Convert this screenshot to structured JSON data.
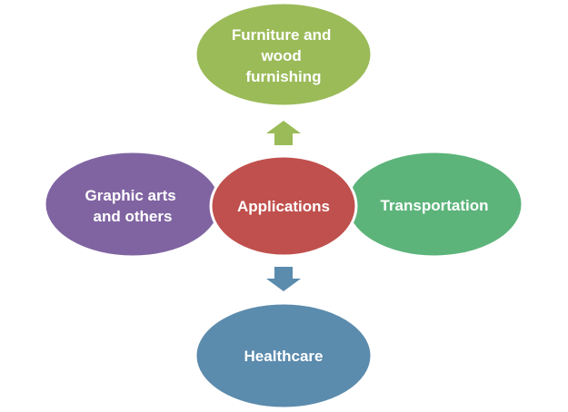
{
  "diagram": {
    "center": {
      "label": "Applications",
      "color": "#c0504d"
    },
    "nodes": {
      "top": {
        "lines": [
          "Furniture and",
          "wood",
          "furnishing"
        ],
        "color": "#9bbb59"
      },
      "left": {
        "lines": [
          "Graphic arts",
          "and others"
        ],
        "color": "#8064a2"
      },
      "right": {
        "lines": [
          "Transportation"
        ],
        "color": "#5cb47a"
      },
      "bottom": {
        "lines": [
          "Healthcare"
        ],
        "color": "#5b8bad"
      }
    },
    "arrows": {
      "up_color": "#9bbb59",
      "down_color": "#5b8bad"
    }
  }
}
